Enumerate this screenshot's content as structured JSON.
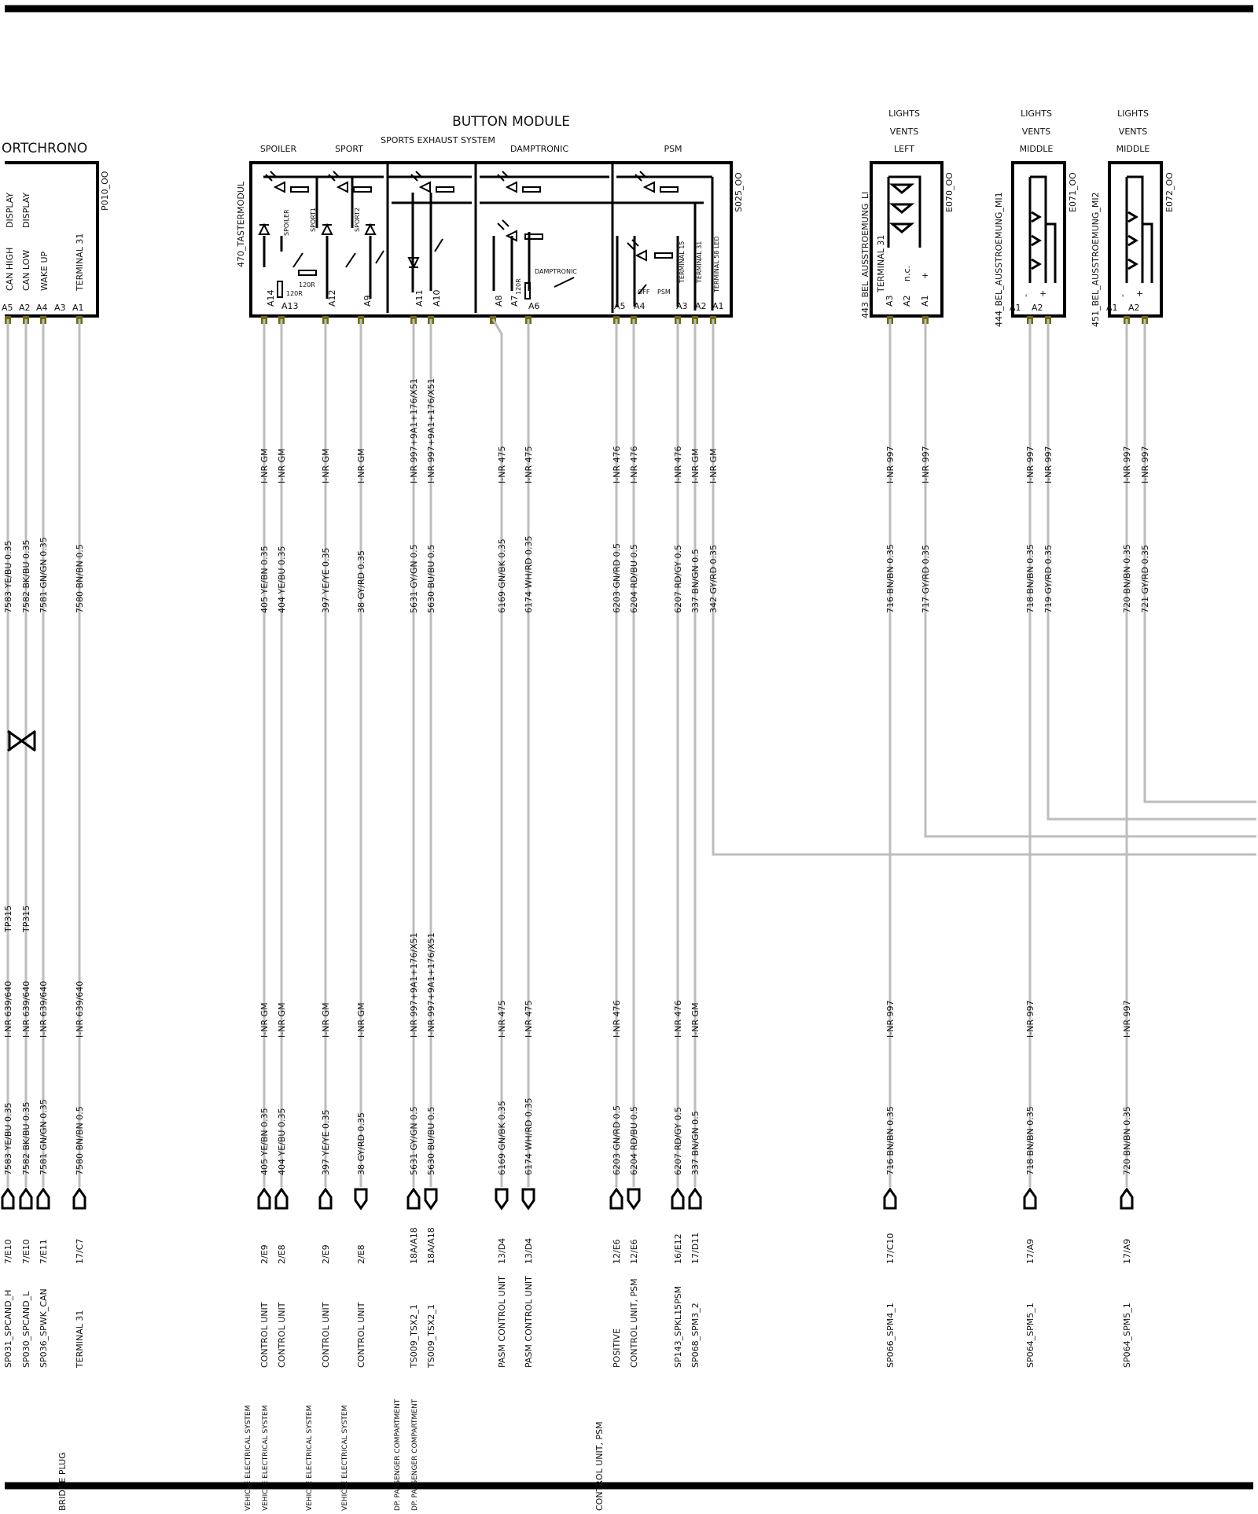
{
  "modules": {
    "sportchrono": {
      "title": "ORTCHRONO",
      "code": "P010_OO",
      "pins": [
        "A5",
        "A2",
        "A4",
        "A3",
        "A1"
      ],
      "labels": [
        "CAN HIGH",
        "CAN LOW",
        "WAKE UP",
        "TERMINAL 31"
      ],
      "display_labels": [
        "DISPLAY",
        "DISPLAY"
      ]
    },
    "button_module": {
      "title": "BUTTON MODULE",
      "subtitle": "SPORTS EXHAUST SYSTEM",
      "code": "S025_OO",
      "side_label": "470_TASTERMODUL",
      "sections": [
        "SPOILER",
        "SPORT",
        "DAMPTRONIC",
        "PSM"
      ],
      "pins": [
        "A14",
        "A13",
        "A12",
        "A9",
        "A11",
        "A10",
        "A8",
        "A7",
        "A6",
        "A5",
        "A4",
        "A3",
        "A2",
        "A1"
      ],
      "inner": {
        "spoiler": "SPOILER",
        "sport1": "SPORT1",
        "sport2": "SPORT2",
        "r120": "120R",
        "damptronic": "DAMPTRONIC",
        "off": "OFF",
        "psm": "PSM",
        "terminal15": "TERMINAL 15",
        "terminal31": "TERMINAL 31",
        "terminal58": "TERMINAL 58 LED"
      }
    },
    "lights_left": {
      "title_lines": [
        "LIGHTS",
        "VENTS",
        "LEFT"
      ],
      "code": "E070_OO",
      "side_label": "443_BEL_AUSSTROEMUNG_LI",
      "pins": [
        "A3",
        "A2",
        "A1"
      ],
      "labels": [
        "TERMINAL 31",
        "n.c.",
        "+"
      ]
    },
    "lights_middle1": {
      "title_lines": [
        "LIGHTS",
        "VENTS",
        "MIDDLE"
      ],
      "code": "E071_OO",
      "side_label": "444_BEL_AUSSTROEMUNG_MI1",
      "pins": [
        "A1",
        "A2"
      ],
      "signs": [
        "-",
        "+"
      ]
    },
    "lights_middle2": {
      "title_lines": [
        "LIGHTS",
        "VENTS",
        "MIDDLE"
      ],
      "code": "E072_OO",
      "side_label": "451_BEL_AUSSTROEMUNG_MI2",
      "pins": [
        "A1",
        "A2"
      ],
      "signs": [
        "-",
        "+"
      ]
    }
  },
  "wires": [
    {
      "id": "7583",
      "inr_top": "",
      "label_top": "7583 YE/BU 0.35",
      "tp": "TP315",
      "inr_bot": "I-NR 639/640",
      "label_bot": "7583 YE/BU 0.35",
      "conn_ref": "7/E10",
      "dest": [
        "SP031_SPCAND_H"
      ]
    },
    {
      "id": "7582",
      "inr_top": "",
      "label_top": "7582 BK/BU 0.35",
      "tp": "TP315",
      "inr_bot": "I-NR 639/640",
      "label_bot": "7582 BK/BU 0.35",
      "conn_ref": "7/E10",
      "dest": [
        "SP030_SPCAND_L"
      ]
    },
    {
      "id": "7581",
      "inr_top": "",
      "label_top": "7581 GN/GN 0.35",
      "tp": "",
      "inr_bot": "I-NR 639/640",
      "label_bot": "7581 GN/GN 0.35",
      "conn_ref": "7/E11",
      "dest": [
        "SP036_SPWK_CAN"
      ]
    },
    {
      "id": "7580",
      "inr_top": "",
      "label_top": "7580 BN/BN 0.5",
      "tp": "",
      "inr_bot": "I-NR 639/640",
      "label_bot": "7580 BN/BN 0.5",
      "conn_ref": "17/C7",
      "dest": [
        "TERMINAL 31",
        "BRIDGE PLUG"
      ]
    },
    {
      "id": "405",
      "inr_top": "I-NR GM",
      "label_top": "405 YE/BN 0.35",
      "tp": "",
      "inr_bot": "I-NR GM",
      "label_bot": "405 YE/BN 0.35",
      "conn_ref": "2/E9",
      "dest": [
        "CONTROL UNIT",
        "VEHICLE ELECTRICAL SYSTEM"
      ]
    },
    {
      "id": "404",
      "inr_top": "I-NR GM",
      "label_top": "404 YE/BU 0.35",
      "tp": "",
      "inr_bot": "I-NR GM",
      "label_bot": "404 YE/BU 0.35",
      "conn_ref": "2/E8",
      "dest": [
        "CONTROL UNIT",
        "VEHICLE ELECTRICAL SYSTEM"
      ]
    },
    {
      "id": "397",
      "inr_top": "I-NR GM",
      "label_top": "397 YE/YE 0.35",
      "tp": "",
      "inr_bot": "I-NR GM",
      "label_bot": "397 YE/YE 0.35",
      "conn_ref": "2/E9",
      "dest": [
        "CONTROL UNIT",
        "VEHICLE ELECTRICAL SYSTEM"
      ]
    },
    {
      "id": "38",
      "inr_top": "I-NR GM",
      "label_top": "38 GY/RD 0.35",
      "tp": "",
      "inr_bot": "I-NR GM",
      "label_bot": "38 GY/RD 0.35",
      "conn_ref": "2/E8",
      "dest": [
        "CONTROL UNIT",
        "VEHICLE ELECTRICAL SYSTEM"
      ]
    },
    {
      "id": "5631",
      "inr_top": "I-NR 997+9A1+176/X51",
      "label_top": "5631 GY/GN 0.5",
      "tp": "",
      "inr_bot": "I-NR 997+9A1+176/X51",
      "label_bot": "5631 GY/GN 0.5",
      "conn_ref": "18A/A18",
      "dest": [
        "TS009_TSX2_1",
        "DP. PASSENGER COMPARTMENT"
      ]
    },
    {
      "id": "5630",
      "inr_top": "I-NR 997+9A1+176/X51",
      "label_top": "5630 BU/BU 0.5",
      "tp": "",
      "inr_bot": "I-NR 997+9A1+176/X51",
      "label_bot": "5630 BU/BU 0.5",
      "conn_ref": "18A/A18",
      "dest": [
        "TS009_TSX2_1",
        "DP. PASSENGER COMPARTMENT"
      ]
    },
    {
      "id": "6169",
      "inr_top": "I-NR 475",
      "label_top": "6169 GN/BK 0.35",
      "tp": "",
      "inr_bot": "I-NR 475",
      "label_bot": "6169 GN/BK 0.35",
      "conn_ref": "13/D4",
      "dest": [
        "PASM CONTROL UNIT"
      ]
    },
    {
      "id": "6174",
      "inr_top": "I-NR 475",
      "label_top": "6174 WH/RD 0.35",
      "tp": "",
      "inr_bot": "I-NR 475",
      "label_bot": "6174 WH/RD 0.35",
      "conn_ref": "13/D4",
      "dest": [
        "PASM CONTROL UNIT"
      ]
    },
    {
      "id": "6203",
      "inr_top": "I-NR 476",
      "label_top": "6203 GN/RD 0.5",
      "tp": "",
      "inr_bot": "I-NR 476",
      "label_bot": "6203 GN/RD 0.5",
      "conn_ref": "12/E6",
      "dest": [
        "POSITIVE",
        "CONTROL UNIT, PSM"
      ]
    },
    {
      "id": "6204",
      "inr_top": "I-NR 476",
      "label_top": "6204 RD/BU 0.5",
      "tp": "",
      "inr_bot": "",
      "label_bot": "6204 RD/BU 0.5",
      "conn_ref": "12/E6",
      "dest": [
        "CONTROL UNIT, PSM"
      ]
    },
    {
      "id": "6207",
      "inr_top": "I-NR 476",
      "label_top": "6207 RD/GY 0.5",
      "tp": "",
      "inr_bot": "I-NR 476",
      "label_bot": "6207 RD/GY 0.5",
      "conn_ref": "16/E12",
      "dest": [
        "SP143_SPKL15PSM"
      ]
    },
    {
      "id": "337",
      "inr_top": "I-NR GM",
      "label_top": "337 BN/GN 0.5",
      "tp": "",
      "inr_bot": "I-NR GM",
      "label_bot": "337 BN/GN 0.5",
      "conn_ref": "17/D11",
      "dest": [
        "SP068_SPM3_2"
      ]
    },
    {
      "id": "342",
      "inr_top": "I-NR GM",
      "label_top": "342 GY/RD 0.35",
      "tp": "",
      "inr_bot": "",
      "label_bot": "",
      "conn_ref": "",
      "dest": []
    },
    {
      "id": "716",
      "inr_top": "I-NR 997",
      "label_top": "716 BN/BN 0.35",
      "tp": "",
      "inr_bot": "I-NR 997",
      "label_bot": "716 BN/BN 0.35",
      "conn_ref": "17/C10",
      "dest": [
        "SP066_SPM4_1"
      ]
    },
    {
      "id": "717",
      "inr_top": "I-NR 997",
      "label_top": "717 GY/RD 0.35",
      "tp": "",
      "inr_bot": "",
      "label_bot": "",
      "conn_ref": "",
      "dest": []
    },
    {
      "id": "718",
      "inr_top": "I-NR 997",
      "label_top": "718 BN/BN 0.35",
      "tp": "",
      "inr_bot": "I-NR 997",
      "label_bot": "718 BN/BN 0.35",
      "conn_ref": "17/A9",
      "dest": [
        "SP064_SPM5_1"
      ]
    },
    {
      "id": "719",
      "inr_top": "I-NR 997",
      "label_top": "719 GY/RD 0.35",
      "tp": "",
      "inr_bot": "",
      "label_bot": "",
      "conn_ref": "",
      "dest": []
    },
    {
      "id": "720",
      "inr_top": "I-NR 997",
      "label_top": "720 BN/BN 0.35",
      "tp": "",
      "inr_bot": "I-NR 997",
      "label_bot": "720 BN/BN 0.35",
      "conn_ref": "17/A9",
      "dest": [
        "SP064_SPM5_1"
      ]
    },
    {
      "id": "721",
      "inr_top": "I-NR 997",
      "label_top": "721 GY/RD 0.35",
      "tp": "",
      "inr_bot": "",
      "label_bot": "",
      "conn_ref": "",
      "dest": []
    }
  ],
  "colors": {
    "wire": "#bdbdbd",
    "pin_dot": "#6f6a12",
    "ink": "#000000"
  }
}
